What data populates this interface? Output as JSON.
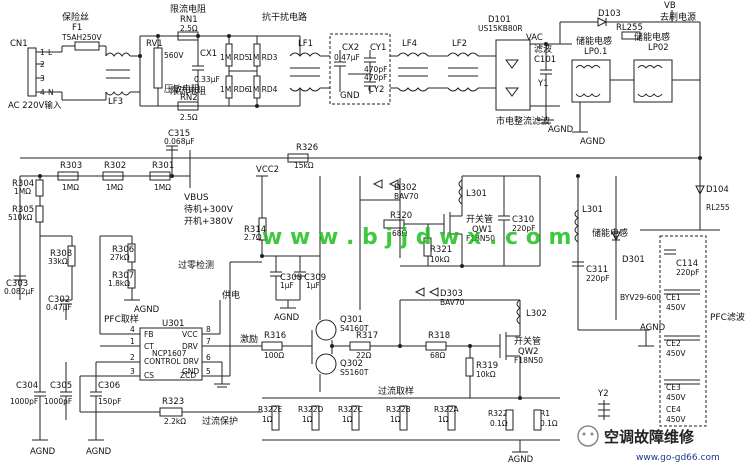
{
  "labels": {
    "cn1": "CN1",
    "fuse_title": "保险丝",
    "f1": "F1",
    "f1_val": "T5AH250V",
    "pins": [
      "1",
      "2",
      "3",
      "4"
    ],
    "pin_l": "L",
    "pin_n": "N",
    "ac_input": "AC 220V输入",
    "lf3": "LF3",
    "rn_title": "限流电阻",
    "rn1": "RN1",
    "rn1_val": "2.5Ω",
    "rn2_title": "限流电阻",
    "rn2": "RN2",
    "rn2_val": "2.5Ω",
    "rv1": "RV1",
    "rv1_val": "560V",
    "varistor": "压敏电阻",
    "cx1": "CX1",
    "cx1_val": "0.33μF",
    "rd5": "1M RD5",
    "rd3": "1M RD3",
    "rd6": "1M RD6",
    "rd4": "1M RD4",
    "emi_title": "抗干扰电路",
    "lf1": "LF1",
    "cx2": "CX2",
    "cx2_val": "0.47μF",
    "cy1": "CY1",
    "cy1_val": "470pF",
    "cy2_val": "470pF",
    "cy2": "CY2",
    "gnd": "GND",
    "lf4": "LF4",
    "lf2": "LF2",
    "d101": "D101",
    "d101_val": "US15KB80R",
    "vac": "VAC",
    "filter": "滤波",
    "c101": "C101",
    "y1": "Y1",
    "rect_filter": "市电整流滤波",
    "agnd": "AGND",
    "d103": "D103",
    "rl255_top": "RL255",
    "vb": "VB",
    "to_defrost": "去刷电源",
    "lp01_title": "储能电感",
    "lp01": "LP0.1",
    "lp02_title": "储能电感",
    "lp02": "LP02",
    "c315": "C315",
    "c315_val": "0.068μF",
    "r326": "R326",
    "r326_val": "15kΩ",
    "r303": "R303",
    "r303_val": "1MΩ",
    "r302": "R302",
    "r302_val": "1MΩ",
    "r301": "R301",
    "r301_val": "1MΩ",
    "r304": "R304",
    "r304_val": "1MΩ",
    "r305": "R305",
    "r305_val": "510kΩ",
    "vbus": "VBUS",
    "standby": "待机+300V",
    "power_on": "开机+380V",
    "vcc2": "VCC2",
    "d302": "D302",
    "d302_val": "BAV70",
    "l301": "L301",
    "c310": "C310",
    "c310_val": "220pF",
    "d104": "D104",
    "rl255_right": "RL255",
    "r308": "R308",
    "r308_val": "33kΩ",
    "r306": "R306",
    "r306_val": "27kΩ",
    "r307": "R307",
    "r307_val": "1.8kΩ",
    "r314": "R314",
    "r314_val": "2.7Ω",
    "zero_detect": "过零检测",
    "r320": "R320",
    "r320_val": "68Ω",
    "qw1_title": "开关管",
    "qw1": "QW1",
    "qw1_val": "F18N50",
    "r321": "R321",
    "r321_val": "10kΩ",
    "l301_b": "L301",
    "pfc_inductor": "储能电感",
    "d301": "D301",
    "d301_val": "BYV29-600",
    "c114": "C114",
    "c114_val": "220pF",
    "c303": "C303",
    "c303_val": "0.082μF",
    "c302": "C302",
    "c302_val": "0.47μF",
    "pfc_sample": "PFC取样",
    "c308": "C308",
    "c308_val": "1μF",
    "c309": "C309",
    "c309_val": "1μF",
    "supply": "供电",
    "c311": "C311",
    "c311_val": "220pF",
    "u301": "U301",
    "chip_name": "NCP1607",
    "chip_sub": "CONTROL DRV",
    "pin_fb": "FB",
    "pin_vcc": "VCC",
    "pin_ct": "CT",
    "pin_gnd": "GND",
    "pin_cs": "CS",
    "pin_zcd": "ZCD",
    "pin_drv": "DRV",
    "pin_nums": [
      "1",
      "2",
      "3",
      "4",
      "5",
      "6",
      "7",
      "8"
    ],
    "q301": "Q301",
    "q301_val": "S4160T",
    "r316": "R316",
    "r316_val": "100Ω",
    "drive": "激励",
    "r317": "R317",
    "r317_val": "22Ω",
    "q302": "Q302",
    "q302_val": "S5160T",
    "d303": "D303",
    "d303_val": "BAV70",
    "l302": "L302",
    "r318": "R318",
    "r318_val": "68Ω",
    "qw2_title": "开关管",
    "qw2": "QW2",
    "qw2_val": "F18N50",
    "r319": "R319",
    "r319_val": "10kΩ",
    "ce": [
      "CE1",
      "CE2",
      "CE3",
      "CE4"
    ],
    "ce_val": "450V",
    "pfc_filter": "PFC滤波",
    "c304": "C304",
    "c304_val": "1000pF",
    "c305": "C305",
    "c305_val": "1000pF",
    "c306": "C306",
    "c306_val": "150pF",
    "r323": "R323",
    "r323_val": "2.2kΩ",
    "overcurrent": "过流保护",
    "current_sample": "过流取样",
    "r322e": "R322E",
    "r322d": "R322D",
    "r322c": "R322C",
    "r322b": "R322B",
    "r322a": "R322A",
    "r322": "R322",
    "r1": "R1",
    "ohm1": "1Ω",
    "ohm01": "0.1Ω",
    "y2": "Y2",
    "watermark": "w w w . b j j d w x . c o m",
    "brand": "空调故障维修",
    "brand_url": "www.go-gd66.com"
  },
  "colors": {
    "wire": "#222222",
    "watermark": "#1fbf1f",
    "background": "#ffffff"
  }
}
